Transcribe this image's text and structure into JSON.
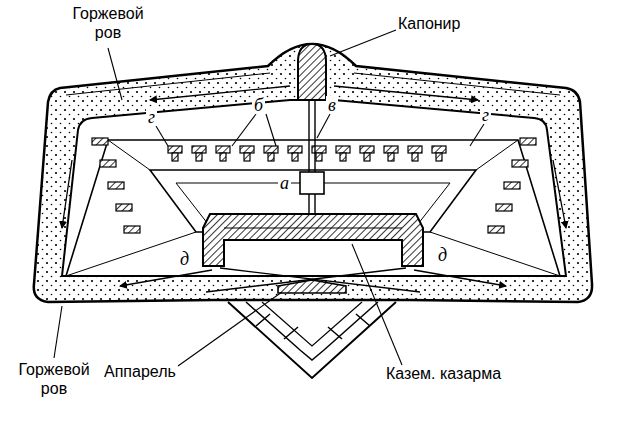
{
  "diagram": {
    "labels": [
      "Горжевой ров",
      "Капонир",
      "г",
      "б",
      "в",
      "г",
      "а",
      "д",
      "д",
      "Горжевой ров",
      "Аппарель",
      "Казем. казарма"
    ]
  }
}
